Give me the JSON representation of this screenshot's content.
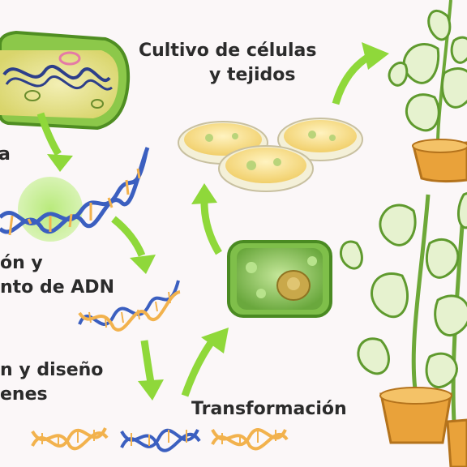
{
  "labels": {
    "culture_line1": "Cultivo de células",
    "culture_line2": "y tejidos",
    "isolation_line1": "ón y",
    "isolation_line2": "nto de ADN",
    "design_line1": "n y diseño",
    "design_line2": "enes",
    "transformation": "Transformación",
    "edge_a": "a"
  },
  "colors": {
    "arrow": "#8fd83a",
    "dna_blue": "#3b5fc0",
    "dna_orange": "#f2b24d",
    "leaf": "#7dbb3f",
    "pot": "#e9a23a"
  }
}
